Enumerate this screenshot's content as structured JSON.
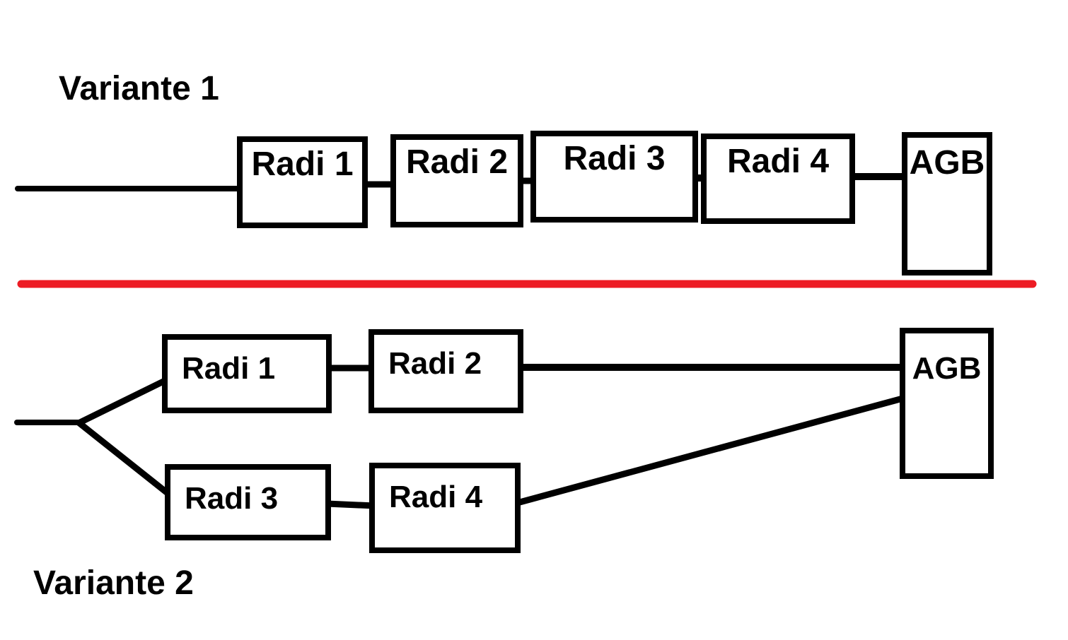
{
  "colors": {
    "ink": "#000000",
    "divider": "#ED1C24",
    "background": "#ffffff"
  },
  "variant1": {
    "label": "Variante 1",
    "boxes": [
      {
        "label": "Radi 1"
      },
      {
        "label": "Radi 2"
      },
      {
        "label": "Radi 3"
      },
      {
        "label": "Radi 4"
      },
      {
        "label": "AGB"
      }
    ]
  },
  "variant2": {
    "label": "Variante 2",
    "top_branch_boxes": [
      {
        "label": "Radi 1"
      },
      {
        "label": "Radi 2"
      }
    ],
    "bottom_branch_boxes": [
      {
        "label": "Radi 3"
      },
      {
        "label": "Radi 4"
      }
    ],
    "sink_box": {
      "label": "AGB"
    }
  }
}
